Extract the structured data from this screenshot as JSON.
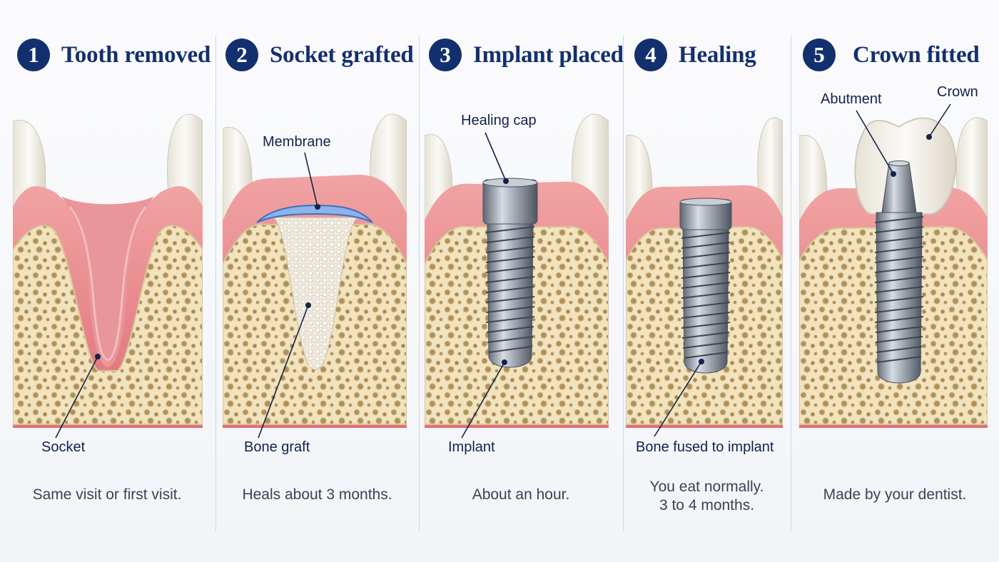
{
  "steps": [
    {
      "number": "1",
      "title": "Tooth removed",
      "labels": [
        "Socket"
      ],
      "caption": [
        "Same visit or first visit."
      ]
    },
    {
      "number": "2",
      "title": "Socket grafted",
      "labels": [
        "Membrane",
        "Bone graft"
      ],
      "caption": [
        "Heals about 3 months."
      ]
    },
    {
      "number": "3",
      "title": "Implant placed",
      "labels": [
        "Healing cap",
        "Implant"
      ],
      "caption": [
        "About an hour."
      ]
    },
    {
      "number": "4",
      "title": "Healing",
      "labels": [
        "Bone fused to implant"
      ],
      "caption": [
        "You eat normally.",
        "3 to 4 months."
      ]
    },
    {
      "number": "5",
      "title": "Crown fitted",
      "labels": [
        "Abutment",
        "Crown"
      ],
      "caption": [
        "Made by your dentist."
      ]
    }
  ],
  "colors": {
    "badge": "#13306e",
    "bone": "#f0e2bd",
    "gum": "#e8858a",
    "implant": "#8f97a3",
    "membrane": "#8cb4ea",
    "crown": "#f6f3ea"
  }
}
